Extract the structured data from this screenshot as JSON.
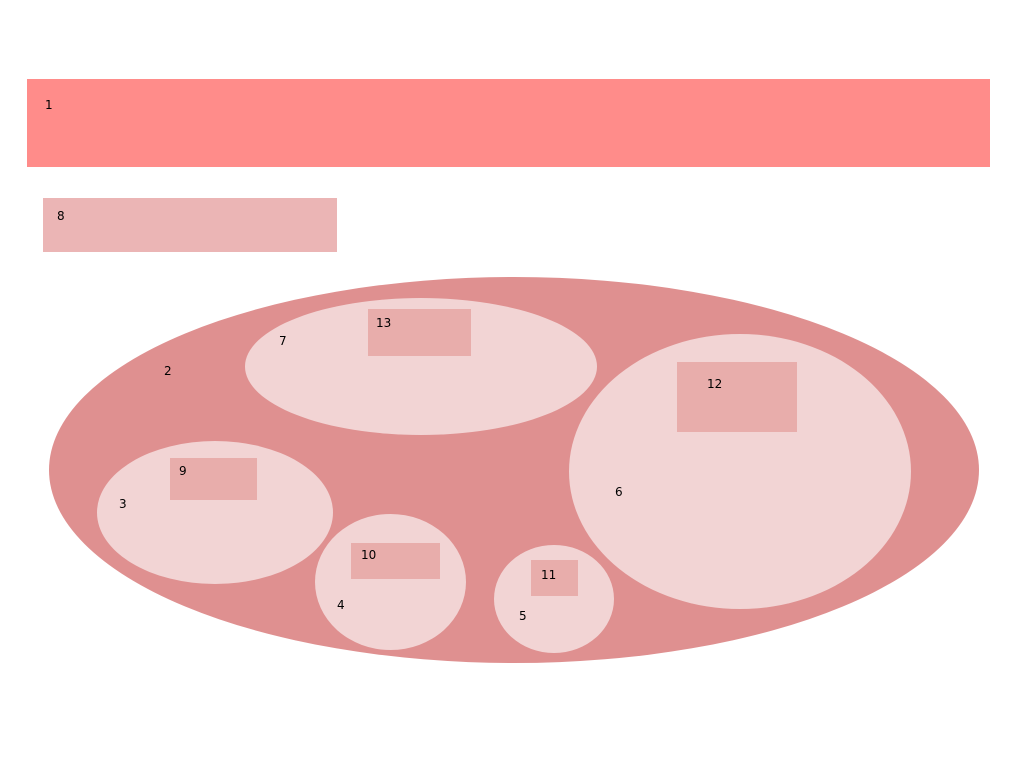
{
  "colors": {
    "banner": "#ff8c8a",
    "bar": "#ebb5b5",
    "big_ellipse": "#df9090",
    "inner_ellipse": "#f2d4d4",
    "inner_rect": "#e8adab"
  },
  "regions": {
    "r1": "1",
    "r2": "2",
    "r3": "3",
    "r4": "4",
    "r5": "5",
    "r6": "6",
    "r7": "7",
    "r8": "8",
    "r9": "9",
    "r10": "10",
    "r11": "11",
    "r12": "12",
    "r13": "13"
  }
}
